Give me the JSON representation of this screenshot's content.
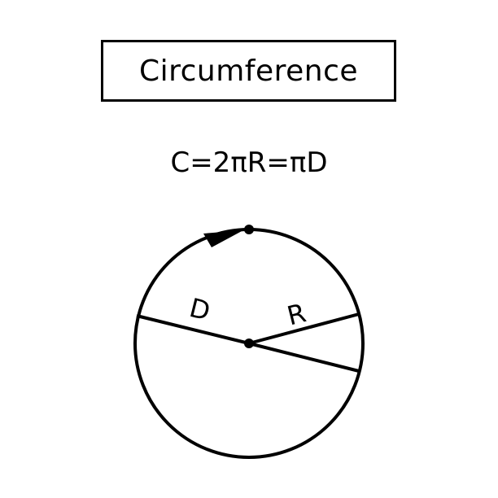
{
  "title": "Circumference",
  "formula": "C=2πR=πD",
  "labels": {
    "diameter": "D",
    "radius": "R"
  }
}
